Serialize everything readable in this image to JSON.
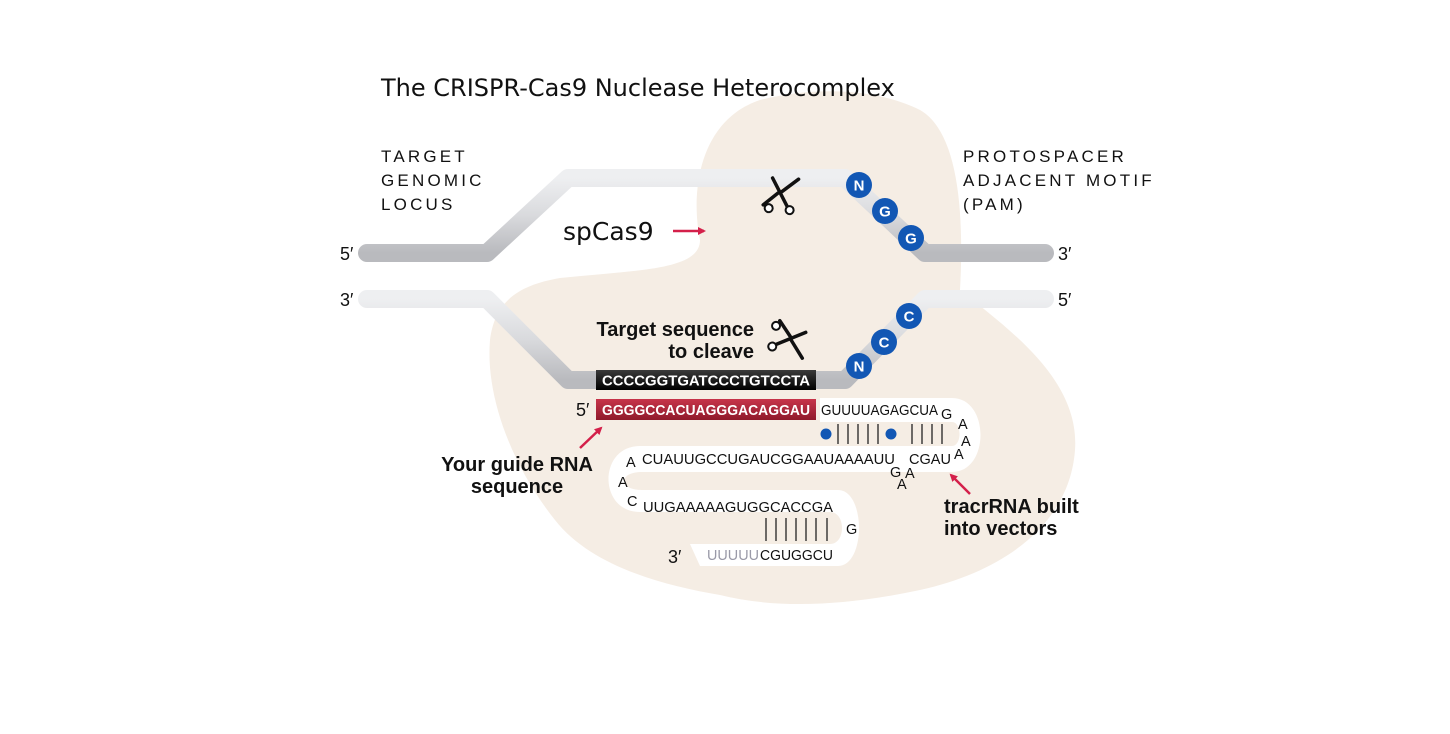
{
  "title": "The CRISPR-Cas9 Nuclease Heterocomplex",
  "labels": {
    "target_locus": [
      "TARGET",
      "GENOMIC",
      "LOCUS"
    ],
    "pam": [
      "PROTOSPACER",
      "ADJACENT MOTIF",
      "(PAM)"
    ],
    "spcas9": "spCas9",
    "target_sequence": [
      "Target sequence",
      "to cleave"
    ],
    "guide_rna": [
      "Your guide RNA",
      "sequence"
    ],
    "tracrrna": [
      "tracrRNA built",
      "into vectors"
    ]
  },
  "strand_ends": {
    "top_left": "5′",
    "top_right": "3′",
    "bottom_left": "3′",
    "bottom_right": "5′",
    "guide_start": "5′",
    "rna_end": "3′"
  },
  "pam_top": [
    "N",
    "G",
    "G"
  ],
  "pam_bottom": [
    "N",
    "C",
    "C"
  ],
  "sequences": {
    "target_dna": "CCCCGGTGATCCCTGTCCTA",
    "guide_rna": "GGGGCCACUAGGGACAGGAU",
    "repeat": "GUUUUAGAGCUA",
    "loop1": [
      "G",
      "A",
      "A",
      "A"
    ],
    "antirepeat_a": "CUAUUGCCUGAUCGGAAUAAAAUU",
    "bulge": [
      "G",
      "A",
      "A"
    ],
    "antirepeat_b": "CGAU",
    "loop2": [
      "A",
      "A",
      "C"
    ],
    "stem2_top": "UUGAAAAAGUGGCACCGA",
    "loop3": "G",
    "tail_grey": "UUUUU",
    "tail_dark": "CGUGGCU"
  },
  "colors": {
    "blob": "#f5ede4",
    "pam_circle": "#1257b4",
    "guide_red": "#b3273a",
    "target_black": "#1a1a1a",
    "arrow": "#d4204a",
    "strand": "#d2d3d6"
  }
}
